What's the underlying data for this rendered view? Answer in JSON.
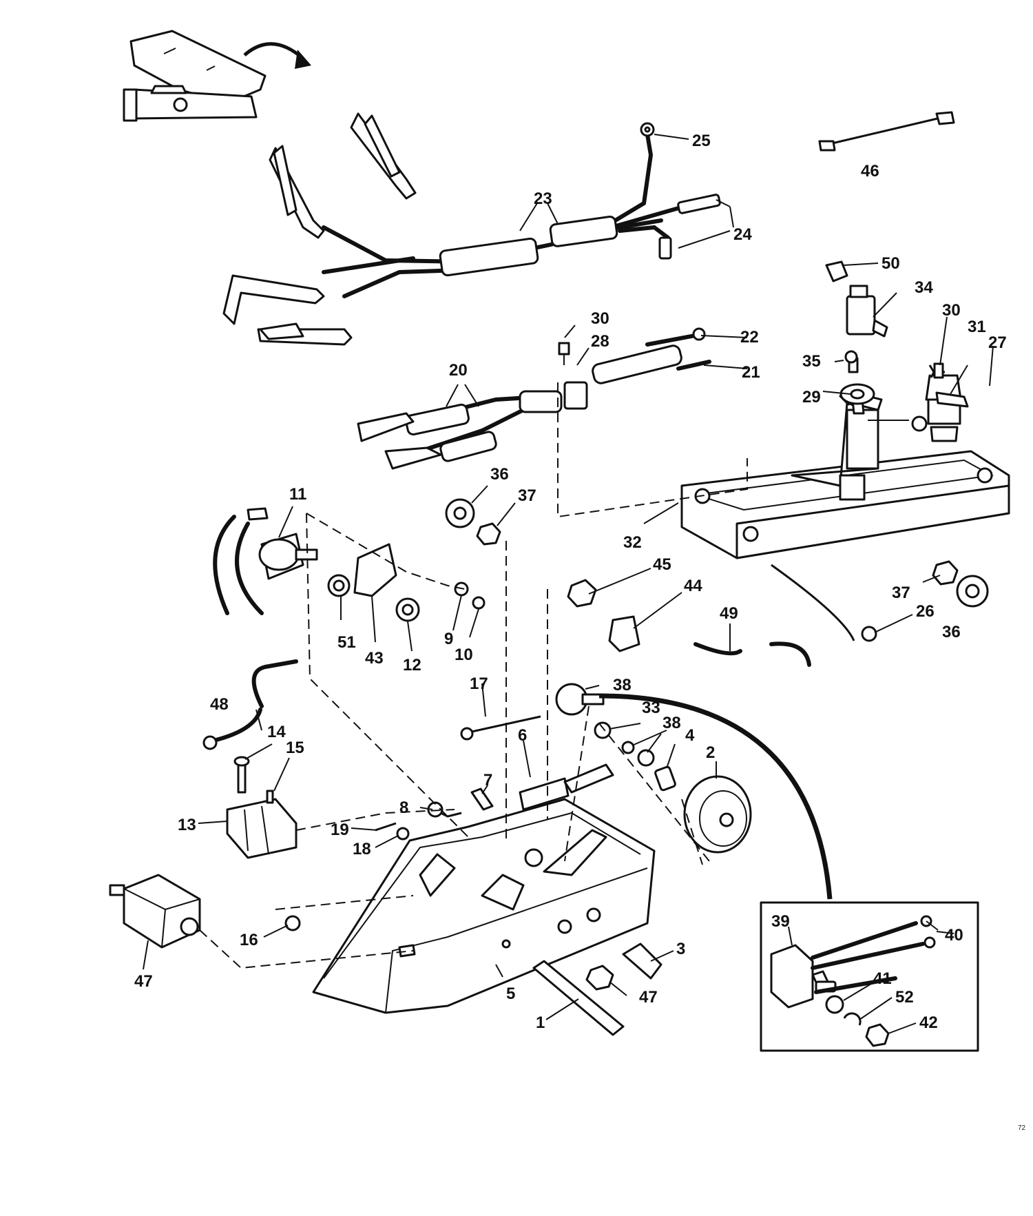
{
  "callouts": {
    "c1": "1",
    "c2": "2",
    "c3": "3",
    "c4": "4",
    "c5": "5",
    "c6": "6",
    "c7": "7",
    "c8": "8",
    "c9": "9",
    "c10": "10",
    "c11": "11",
    "c12": "12",
    "c13": "13",
    "c14": "14",
    "c15": "15",
    "c16": "16",
    "c17": "17",
    "c18": "18",
    "c19": "19",
    "c20": "20",
    "c21": "21",
    "c22": "22",
    "c23": "23",
    "c24": "24",
    "c25": "25",
    "c26": "26",
    "c27": "27",
    "c28": "28",
    "c29": "29",
    "c30a": "30",
    "c30b": "30",
    "c31": "31",
    "c32": "32",
    "c33": "33",
    "c34": "34",
    "c35": "35",
    "c36a": "36",
    "c36b": "36",
    "c37a": "37",
    "c37b": "37",
    "c38a": "38",
    "c38b": "38",
    "c39": "39",
    "c40": "40",
    "c41": "41",
    "c42": "42",
    "c43": "43",
    "c44": "44",
    "c45": "45",
    "c46": "46",
    "c47a": "47",
    "c47b": "47",
    "c48": "48",
    "c49": "49",
    "c50": "50",
    "c51": "51",
    "c52": "52"
  },
  "corner_ref": "72"
}
